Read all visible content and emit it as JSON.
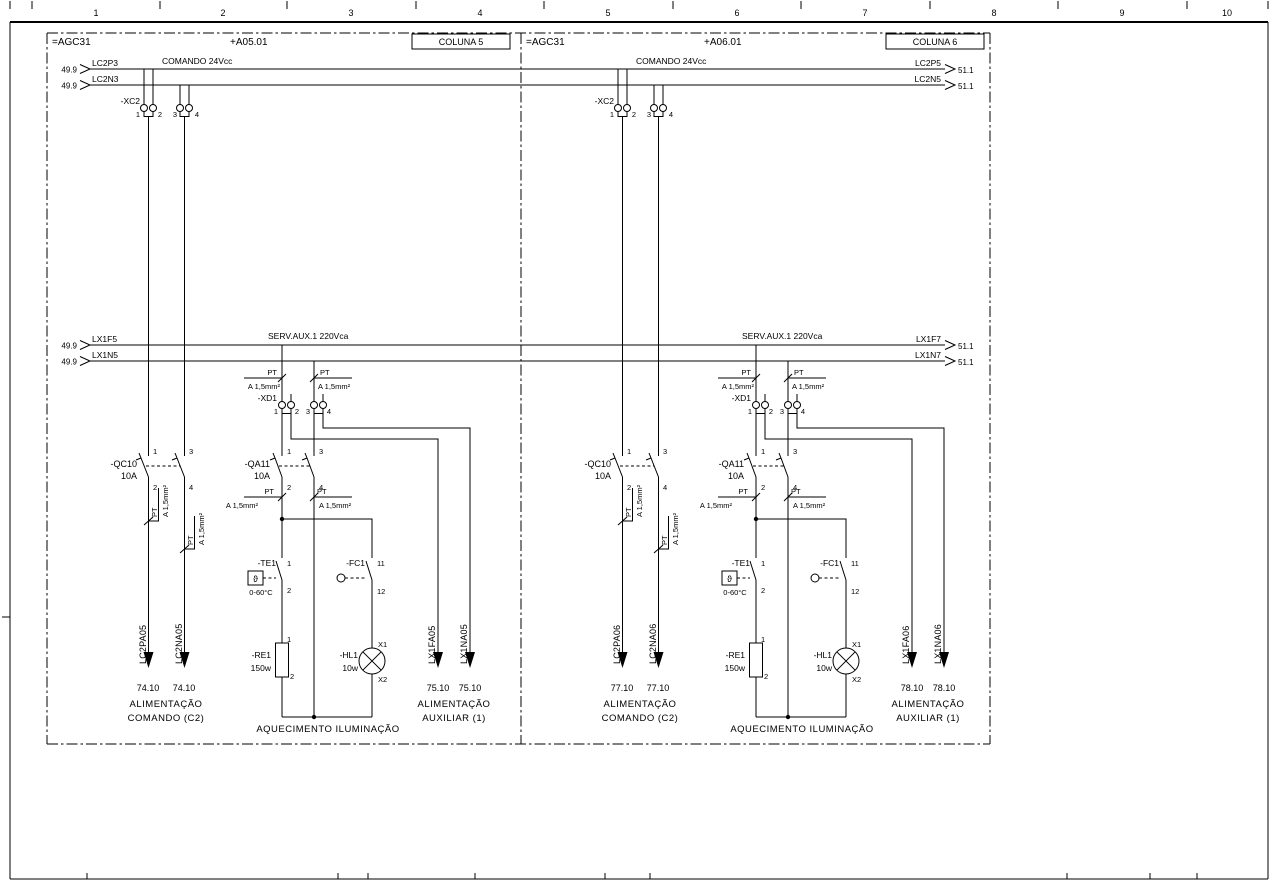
{
  "sheet": {
    "ruler_numbers": [
      "1",
      "2",
      "3",
      "4",
      "5",
      "6",
      "7",
      "8",
      "9",
      "10"
    ]
  },
  "left_edge": [
    {
      "ref": "49.9",
      "label": "LC2P3"
    },
    {
      "ref": "49.9",
      "label": "LC2N3"
    },
    {
      "ref": "49.9",
      "label": "LX1F5"
    },
    {
      "ref": "49.9",
      "label": "LX1N5"
    }
  ],
  "right_edge": [
    {
      "label": "LC2P5",
      "ref": "51.1"
    },
    {
      "label": "LC2N5",
      "ref": "51.1"
    },
    {
      "label": "LX1F7",
      "ref": "51.1"
    },
    {
      "label": "LX1N7",
      "ref": "51.1"
    }
  ],
  "shared": {
    "pt": "PT",
    "gauge": "A 1,5mm²",
    "n1": "1",
    "n2": "2",
    "n3": "3",
    "n4": "4",
    "n11": "11",
    "n12": "12",
    "x1": "X1",
    "x2": "X2",
    "theta": "ϑ"
  },
  "columns": [
    {
      "plant": "=AGC31",
      "location": "+A05.01",
      "title": "COLUNA 5",
      "comando": "COMANDO 24Vcc",
      "servaux": "SERV.AUX.1 220Vca",
      "xc2": "-XC2",
      "xd1": "-XD1",
      "qc10": "-QC10",
      "qc10_a": "10A",
      "qa11": "-QA11",
      "qa11_a": "10A",
      "te1": "-TE1",
      "te1_range": "0-60°C",
      "fc1": "-FC1",
      "re1": "-RE1",
      "re1_w": "150w",
      "hl1": "-HL1",
      "hl1_w": "10w",
      "cmd_p": "LC2PA05",
      "cmd_n": "LC2NA05",
      "cmd_ref": "74.10",
      "aux_f": "LX1FA05",
      "aux_n": "LX1NA05",
      "aux_ref": "75.10",
      "cap_cmd_1": "ALIMENTAÇÃO",
      "cap_cmd_2": "COMANDO (C2)",
      "cap_aux_1": "ALIMENTAÇÃO",
      "cap_aux_2": "AUXILIAR (1)",
      "heating": "AQUECIMENTO ILUMINAÇÃO"
    },
    {
      "plant": "=AGC31",
      "location": "+A06.01",
      "title": "COLUNA 6",
      "comando": "COMANDO 24Vcc",
      "servaux": "SERV.AUX.1 220Vca",
      "xc2": "-XC2",
      "xd1": "-XD1",
      "qc10": "-QC10",
      "qc10_a": "10A",
      "qa11": "-QA11",
      "qa11_a": "10A",
      "te1": "-TE1",
      "te1_range": "0-60°C",
      "fc1": "-FC1",
      "re1": "-RE1",
      "re1_w": "150w",
      "hl1": "-HL1",
      "hl1_w": "10w",
      "cmd_p": "LC2PA06",
      "cmd_n": "LC2NA06",
      "cmd_ref": "77.10",
      "aux_f": "LX1FA06",
      "aux_n": "LX1NA06",
      "aux_ref": "78.10",
      "cap_cmd_1": "ALIMENTAÇÃO",
      "cap_cmd_2": "COMANDO (C2)",
      "cap_aux_1": "ALIMENTAÇÃO",
      "cap_aux_2": "AUXILIAR (1)",
      "heating": "AQUECIMENTO ILUMINAÇÃO"
    }
  ]
}
